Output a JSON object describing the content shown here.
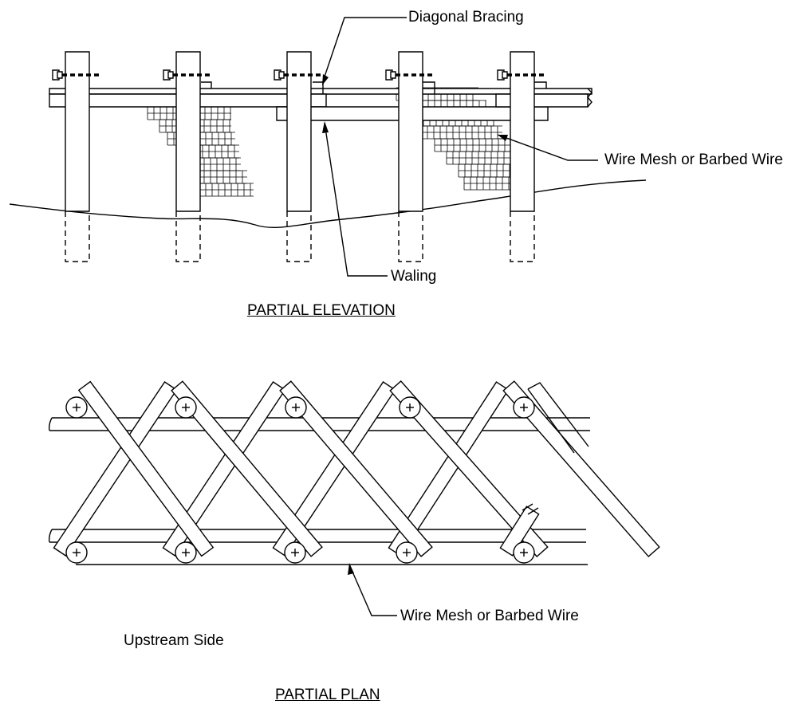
{
  "elevation": {
    "title": "PARTIAL ELEVATION",
    "labels": {
      "diagonal_bracing": "Diagonal Bracing",
      "wire_mesh": "Wire Mesh or Barbed Wire",
      "waling": "Waling"
    }
  },
  "plan": {
    "title": "PARTIAL PLAN",
    "labels": {
      "wire_mesh": "Wire Mesh or Barbed Wire",
      "upstream_side": "Upstream Side"
    }
  },
  "colors": {
    "line": "#000000",
    "background": "#ffffff"
  }
}
